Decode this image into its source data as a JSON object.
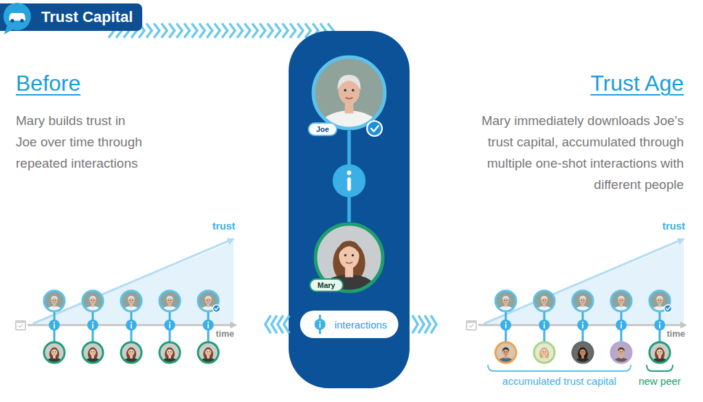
{
  "diagram": {
    "title": "Trust Capital",
    "nodes": [
      {
        "text": [
          "Joe"
        ]
      },
      {
        "text": [
          "Mary"
        ]
      }
    ],
    "edges": [
      {
        "from": 0,
        "to": 1,
        "arrow": "none"
      }
    ],
    "labels": [
      "Before",
      "Mary builds trust in Joe over time through repeated interactions",
      "Trust Age",
      "Mary immediately downloads Joe’s trust capital, accumulated through multiple one-shot interactions with different people",
      "trust",
      "time",
      "trust",
      "time",
      "accumulated trust capital",
      "new peer"
    ],
    "legend": [
      {
        "text": "interactions"
      }
    ]
  }
}
